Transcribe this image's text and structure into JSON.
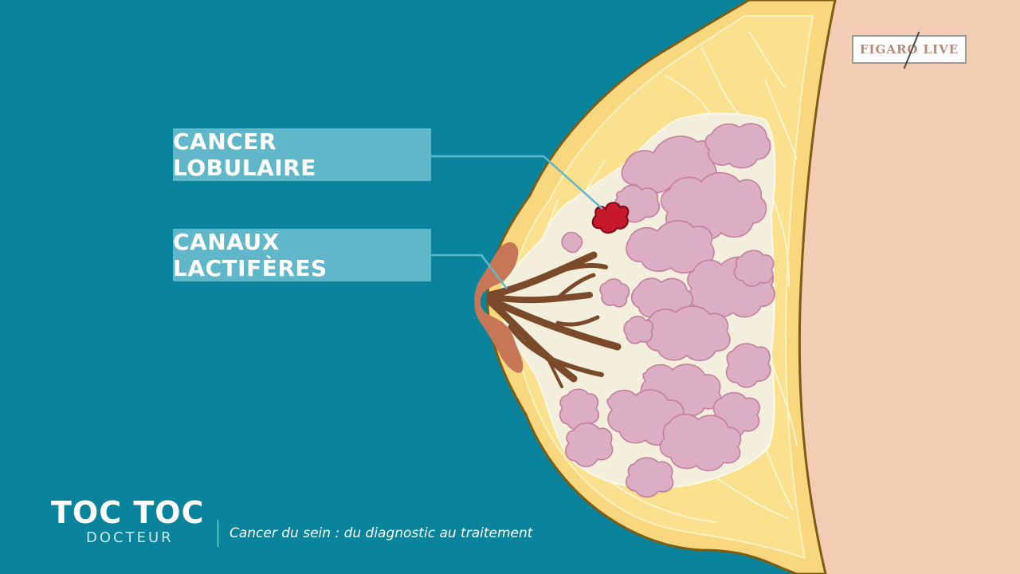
{
  "labels": {
    "lobular": "CANCER LOBULAIRE",
    "ducts": "CANAUX LACTIFÈRES"
  },
  "brand": {
    "title": "TOC TOC",
    "subtitle": "DOCTEUR"
  },
  "video_subtitle": "Cancer du sein : du diagnostic au traitement",
  "logo": {
    "left_text": "FIGARO",
    "right_text": "LIVE"
  },
  "colors": {
    "background": "#0a849c",
    "skin": "#f2cdb3",
    "fat": "#f9d77e",
    "gland": "#f3efdc",
    "lobule": "#dcaec3",
    "lobule_outline": "#c57e9d",
    "duct": "#7a4a2a",
    "nipple": "#c77757",
    "tumor": "#c8182c",
    "label_box": "#5fb7c9"
  }
}
